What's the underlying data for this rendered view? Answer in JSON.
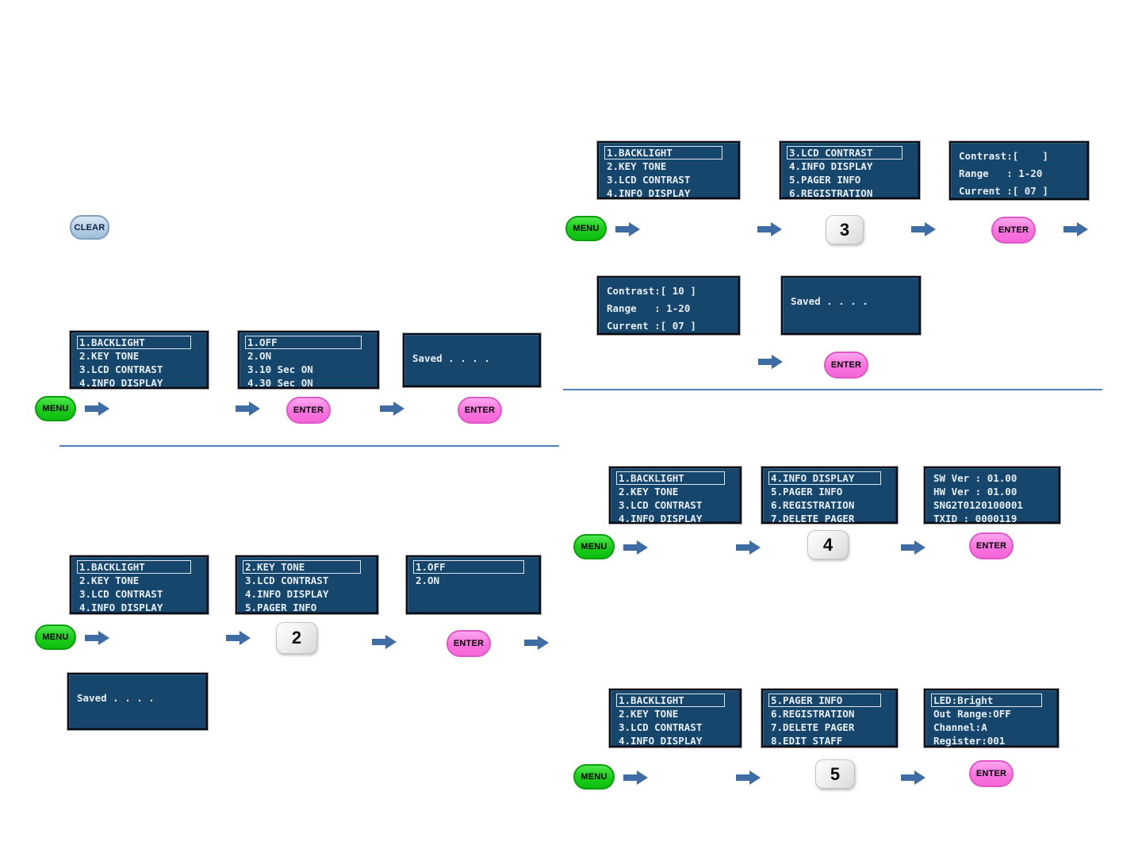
{
  "buttons": {
    "menu": "MENU",
    "enter": "ENTER",
    "clear": "CLEAR"
  },
  "keys": {
    "k2": "2",
    "k3": "3",
    "k4": "4",
    "k5": "5"
  },
  "colors": {
    "lcd_background": "#16466b",
    "lcd_text": "#e6edf4",
    "menu_green": "#1bcd1b",
    "enter_pink": "#f972df",
    "clear_blue": "#b7cfe6",
    "arrow_blue": "#3e6da6",
    "divider_blue": "#4f81bd"
  },
  "screens": {
    "main_menu_1": {
      "lines": [
        "1.BACKLIGHT",
        "2.KEY TONE",
        "3.LCD CONTRAST",
        "4.INFO DISPLAY"
      ]
    },
    "backlight_options": {
      "lines": [
        "1.OFF",
        "2.ON",
        "3.10 Sec ON",
        "4.30 Sec ON"
      ]
    },
    "saved": {
      "lines": [
        "",
        "Saved . . . ."
      ]
    },
    "menu_from_2": {
      "lines": [
        "2.KEY TONE",
        "3.LCD CONTRAST",
        "4.INFO DISPLAY",
        "5.PAGER INFO"
      ]
    },
    "key_tone_options": {
      "lines": [
        "1.OFF",
        "2.ON"
      ]
    },
    "menu_from_3": {
      "lines": [
        "3.LCD CONTRAST",
        "4.INFO DISPLAY",
        "5.PAGER INFO",
        "6.REGISTRATION"
      ]
    },
    "contrast_blank": {
      "lines": [
        "Contrast:[    ]",
        "Range   : 1-20",
        "Current :[ 07 ]"
      ]
    },
    "contrast_10": {
      "lines": [
        "Contrast:[ 10 ]",
        "Range   : 1-20",
        "Current :[ 07 ]"
      ]
    },
    "menu_from_4": {
      "lines": [
        "4.INFO DISPLAY",
        "5.PAGER INFO",
        "6.REGISTRATION",
        "7.DELETE PAGER"
      ]
    },
    "system_info": {
      "lines": [
        "SW Ver : 01.00",
        "HW Ver : 01.00",
        "SNG2T0120100001",
        "TXID : 0000119"
      ]
    },
    "menu_from_5": {
      "lines": [
        "5.PAGER INFO",
        "6.REGISTRATION",
        "7.DELETE PAGER",
        "8.EDIT STAFF"
      ]
    },
    "pager_info": {
      "lines": [
        "LED:Bright",
        "Out Range:OFF",
        "Channel:A",
        "Register:001"
      ]
    }
  }
}
